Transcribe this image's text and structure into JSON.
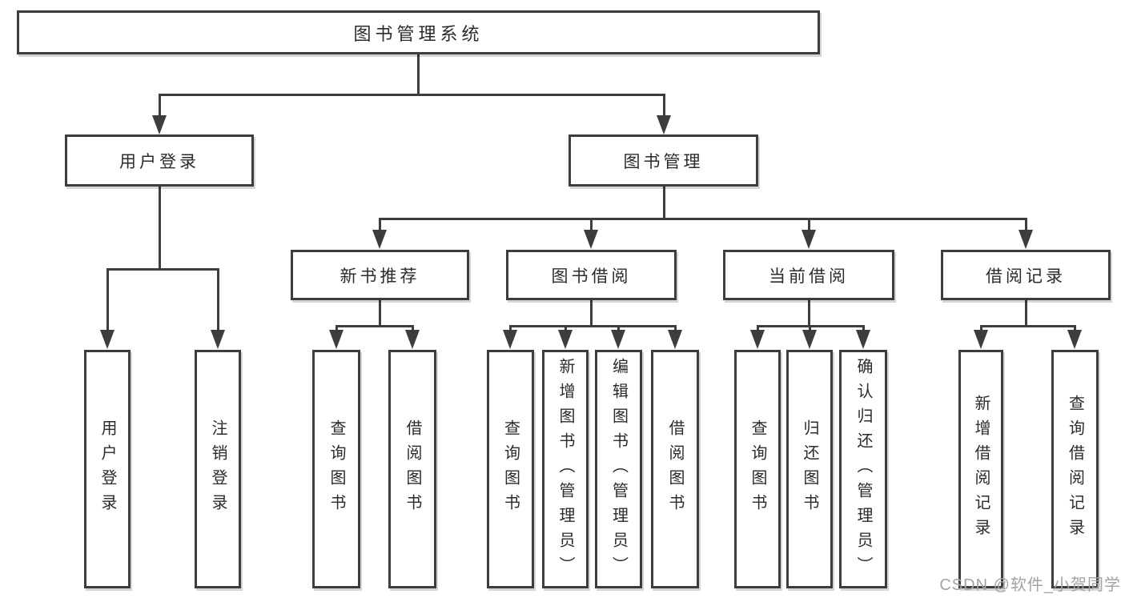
{
  "diagram": {
    "type": "tree",
    "root": "图书管理系统",
    "level2": {
      "user_login": "用户登录",
      "book_management": "图书管理"
    },
    "level3": {
      "new_book_recommend": "新书推荐",
      "book_borrowing": "图书借阅",
      "current_borrowing": "当前借阅",
      "borrowing_records": "借阅记录"
    },
    "leaves": {
      "user_login": [
        "用户登录",
        "注销登录"
      ],
      "new_book_recommend": [
        "查询图书",
        "借阅图书"
      ],
      "book_borrowing": [
        "查询图书",
        "新增图书（管理员）",
        "编辑图书（管理员）",
        "借阅图书"
      ],
      "current_borrowing": [
        "查询图书",
        "归还图书",
        "确认归还（管理员）"
      ],
      "borrowing_records": [
        "新增借阅记录",
        "查询借阅记录"
      ]
    },
    "edges": [
      "图书管理系统 -> 用户登录",
      "图书管理系统 -> 图书管理",
      "用户登录 -> 用户登录, 注销登录",
      "图书管理 -> 新书推荐, 图书借阅, 当前借阅, 借阅记录",
      "新书推荐 -> 查询图书, 借阅图书",
      "图书借阅 -> 查询图书, 新增图书（管理员）, 编辑图书（管理员）, 借阅图书",
      "当前借阅 -> 查询图书, 归还图书, 确认归还（管理员）",
      "借阅记录 -> 新增借阅记录, 查询借阅记录"
    ]
  },
  "watermark": "CSDN @软件_小贺同学",
  "colors": {
    "line": "#3d3d3d",
    "text": "#2b2b2b",
    "background": "#ffffff",
    "watermark": "#a3a3a3"
  }
}
